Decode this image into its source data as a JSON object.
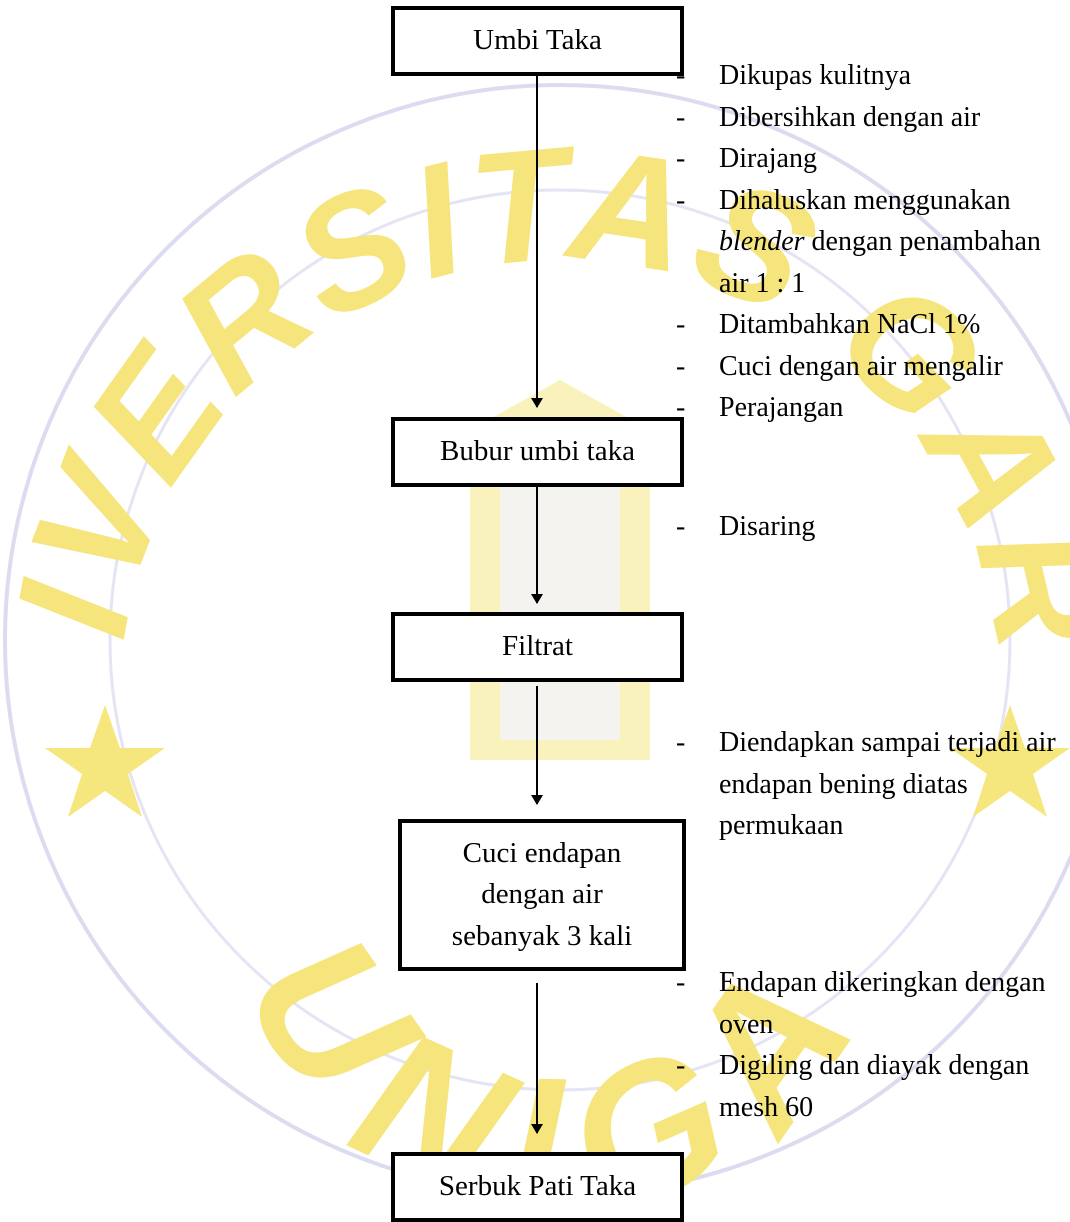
{
  "watermark": {
    "top_text": "UNIVERSITAS GARUT",
    "bottom_text": "UNIGA",
    "color": "#f2e07a",
    "ring_color": "#d4d4ee"
  },
  "flow": {
    "boxes": [
      {
        "lines": [
          "Umbi Taka"
        ]
      },
      {
        "lines": [
          "Bubur umbi taka"
        ]
      },
      {
        "lines": [
          "Filtrat"
        ]
      },
      {
        "lines": [
          "Cuci endapan",
          "dengan air",
          "sebanyak 3 kali"
        ]
      },
      {
        "lines": [
          "Serbuk Pati Taka"
        ]
      }
    ],
    "dash": "-",
    "steps": [
      {
        "items": [
          "Dikupas kulitnya",
          "Dibersihkan dengan air",
          "Dirajang",
          {
            "italic": "blender",
            "before": "Dihaluskan menggunakan",
            "after": "dengan penambahan air 1 : 1"
          },
          "Ditambahkan NaCl 1%",
          "Cuci dengan air mengalir",
          "Perajangan"
        ]
      },
      {
        "items": [
          "Disaring"
        ]
      },
      {
        "items": [
          "Diendapkan sampai terjadi air endapan bening diatas permukaan"
        ]
      },
      {
        "items": [
          "Endapan dikeringkan dengan oven",
          "Digiling dan diayak dengan mesh 60"
        ]
      }
    ]
  }
}
